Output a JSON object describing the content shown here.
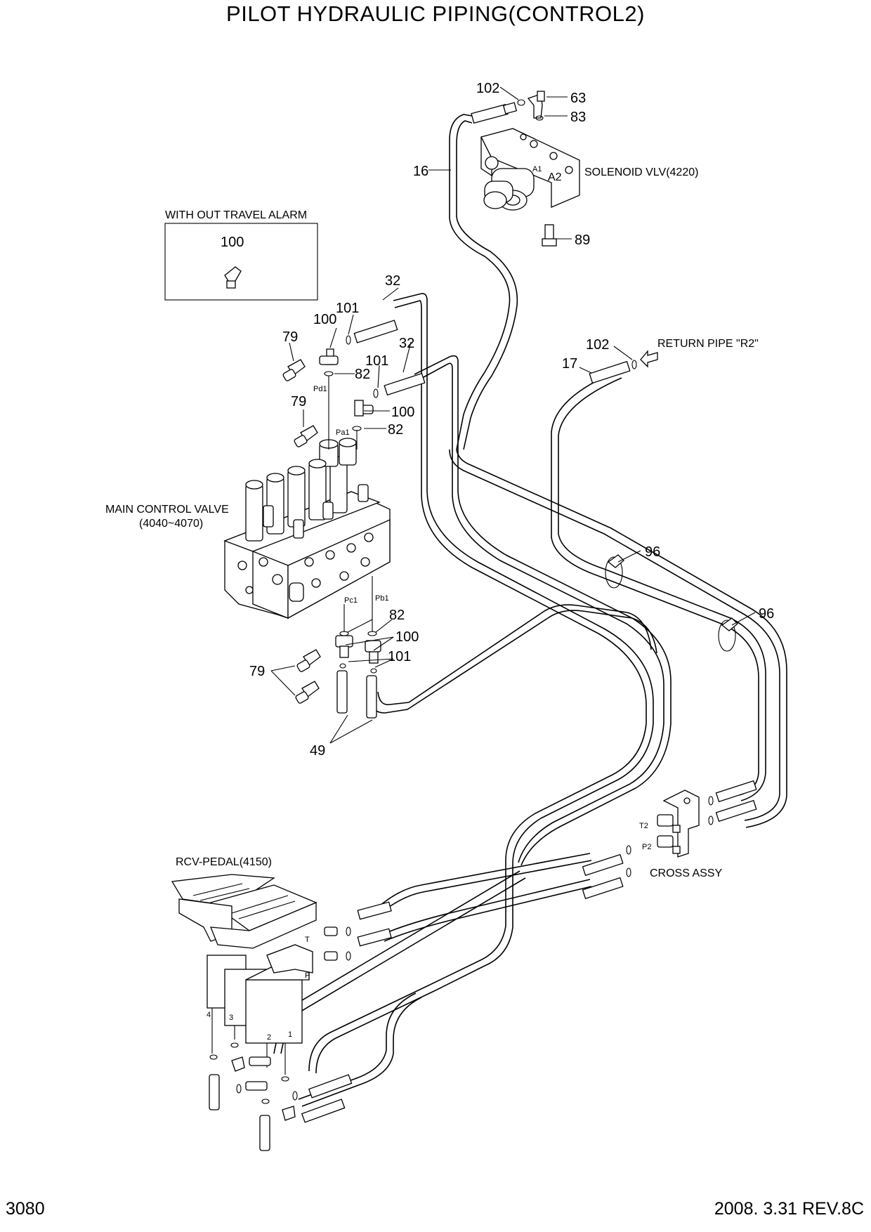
{
  "title": "PILOT HYDRAULIC PIPING(CONTROL2)",
  "page_number": "3080",
  "revision": "2008. 3.31  REV.8C",
  "components": {
    "solenoid_valve": "SOLENOID VLV(4220)",
    "main_control_valve_line1": "MAIN CONTROL VALVE",
    "main_control_valve_line2": "(4040~4070)",
    "inset_title": "WITH OUT TRAVEL ALARM",
    "return_pipe": "RETURN PIPE \"R2\"",
    "cross_assy": "CROSS ASSY",
    "rcv_pedal": "RCV-PEDAL(4150)"
  },
  "ports": {
    "a1": "A1",
    "a2": "A2",
    "pd1": "Pd1",
    "pa1": "Pa1",
    "pc1": "Pc1",
    "pb1": "Pb1",
    "t2": "T2",
    "p2": "P2",
    "t": "T",
    "p": "P",
    "n1": "1",
    "n2": "2",
    "n3": "3",
    "n4": "4"
  },
  "callouts": {
    "c102a": "102",
    "c63": "63",
    "c83": "83",
    "c16": "16",
    "c89": "89",
    "c100_inset": "100",
    "c32a": "32",
    "c101a": "101",
    "c100a": "100",
    "c79a": "79",
    "c32b": "32",
    "c101b": "101",
    "c82a": "82",
    "c102b": "102",
    "c17": "17",
    "c79b": "79",
    "c100b": "100",
    "c82b": "82",
    "c96a": "96",
    "c96b": "96",
    "c82c": "82",
    "c100c": "100",
    "c101c": "101",
    "c79c": "79",
    "c49": "49"
  }
}
